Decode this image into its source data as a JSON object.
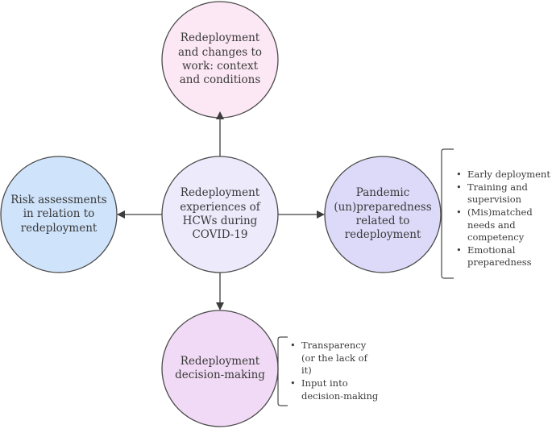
{
  "nodes": {
    "top": {
      "label": "Redeployment and changes to work: context and conditions",
      "color": "#fce8f4"
    },
    "left": {
      "label": "Risk assessments in relation to redeployment",
      "color": "#cfe3fb"
    },
    "center": {
      "label": "Redeployment experiences of HCWs during COVID-19",
      "color": "#eceafb"
    },
    "right": {
      "label": "Pandemic (un)preparedness related to redeployment",
      "color": "#dcdaf8"
    },
    "bottom": {
      "label": "Redeployment decision-making",
      "color": "#f1daf5"
    }
  },
  "right_bullets": [
    "Early deployment",
    "Training and supervision",
    "(Mis)matched needs and competency",
    "Emotional preparedness"
  ],
  "bottom_bullets": [
    "Transparency (or the lack of it)",
    "Input into decision-making"
  ],
  "stroke_color": "#3d3d3d"
}
